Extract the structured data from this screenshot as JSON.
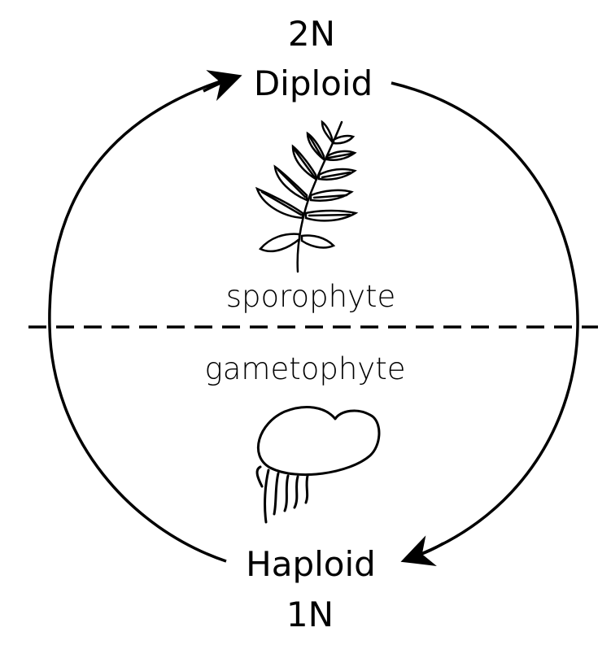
{
  "diploid": {
    "ploidy": "2N",
    "label": "Diploid"
  },
  "haploid": {
    "ploidy": "1N",
    "label": "Haploid"
  },
  "phases": {
    "sporophyte": "sporophyte",
    "gametophyte": "gametophyte"
  },
  "icons": {
    "sporophyte": "fern-frond-icon",
    "gametophyte": "prothallus-icon"
  },
  "colors": {
    "ink": "#000000",
    "background": "#ffffff"
  }
}
